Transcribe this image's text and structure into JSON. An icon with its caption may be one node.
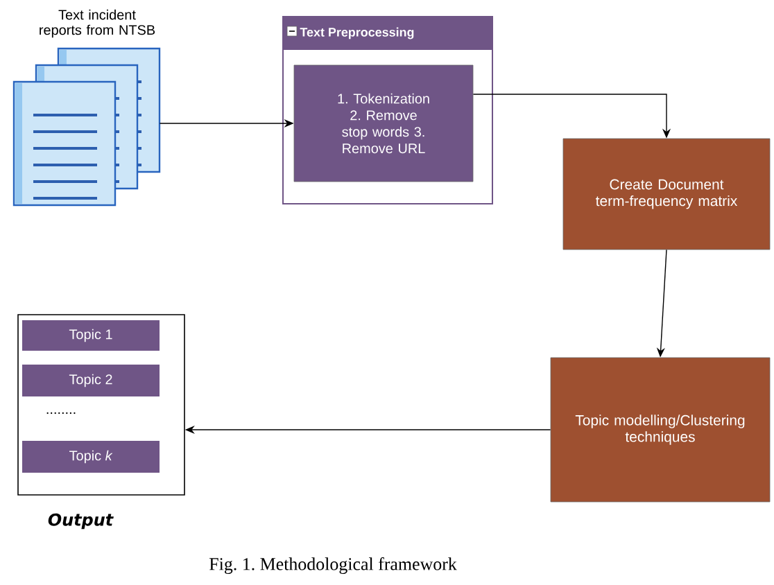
{
  "diagram": {
    "caption": "Fig. 1.   Methodological framework",
    "nodes": [
      {
        "text": [],
        "shape": "picture",
        "beside": [
          "Text incident reports from NTSB"
        ]
      },
      {
        "text": [
          "Text Preprocessing"
        ]
      },
      {
        "text": [
          "1. Tokenization 2. Remove stop words 3. Remove URL"
        ],
        "in": 1
      },
      {
        "text": [
          "Create Document term-frequency matrix"
        ]
      },
      {
        "text": [
          "Topic modelling/Clustering techniques"
        ]
      },
      {
        "text": [
          "Output"
        ]
      },
      {
        "text": [
          "Topic 1"
        ],
        "in": 5
      },
      {
        "text": [
          "Topic 2"
        ],
        "in": 5
      },
      {
        "text": [
          "Topic *k*"
        ],
        "in": 5
      }
    ],
    "edges": [
      {
        "from": 0,
        "to": 2,
        "arrow": "to"
      },
      {
        "from": 2,
        "to": 3,
        "arrow": "to"
      },
      {
        "from": 3,
        "to": 4,
        "arrow": "to"
      },
      {
        "from": 4,
        "to": 5,
        "arrow": "to"
      }
    ],
    "labels": [
      "........"
    ]
  }
}
